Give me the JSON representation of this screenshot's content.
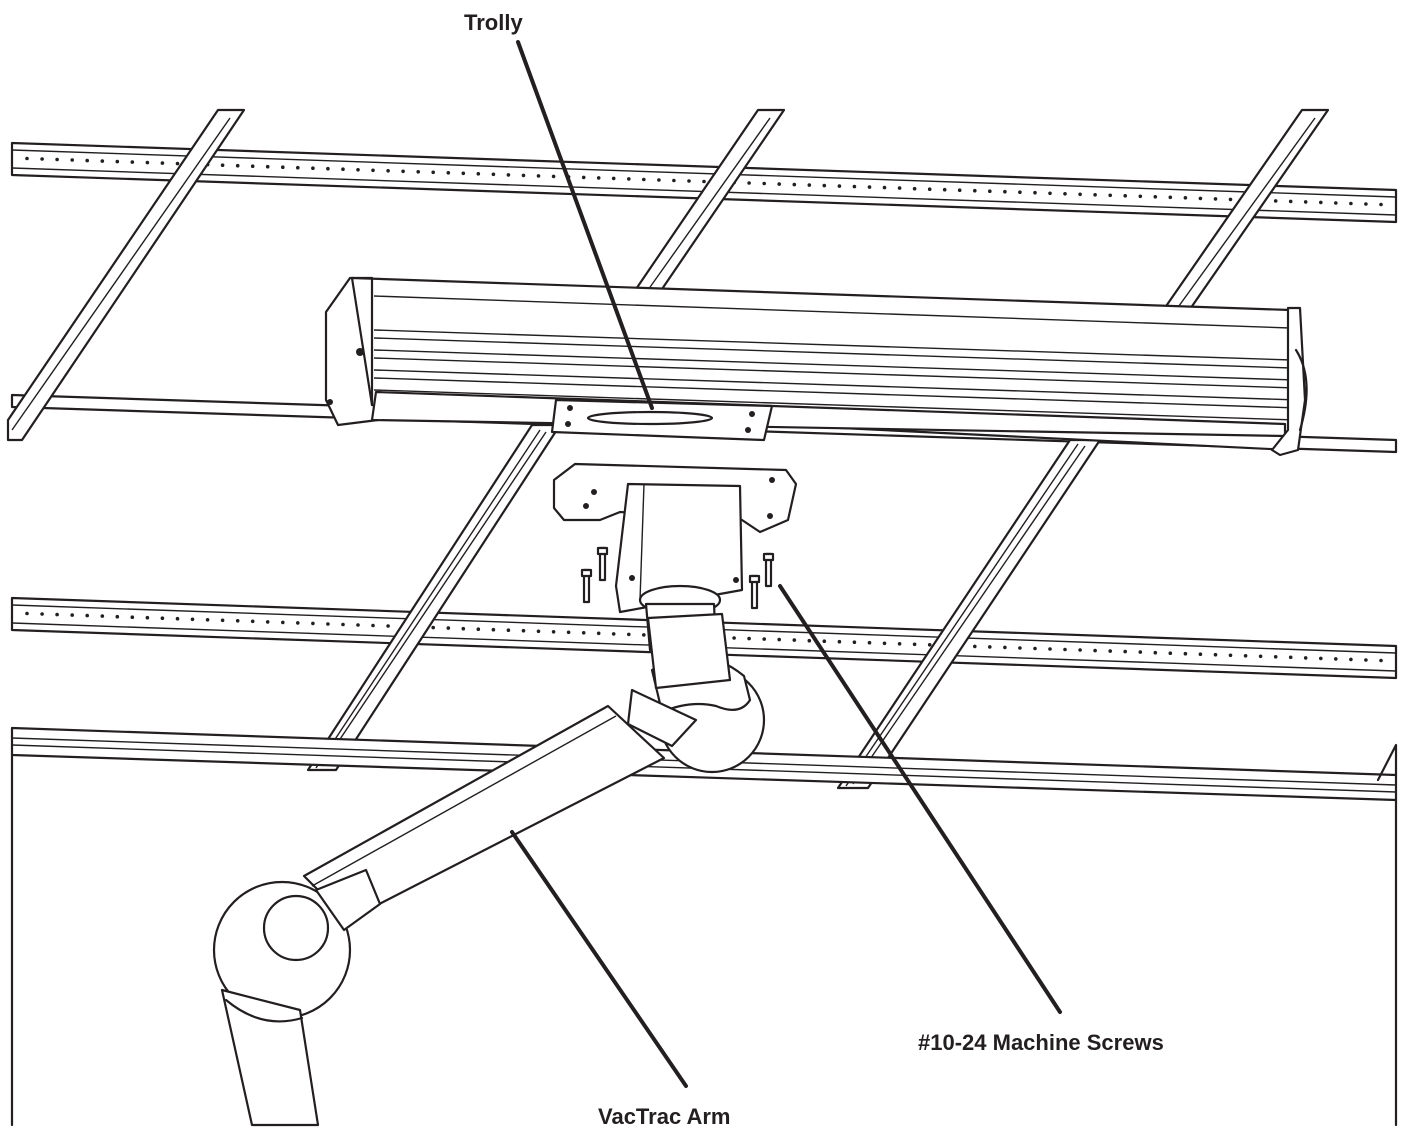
{
  "labels": {
    "trolly": "Trolly",
    "screws": "#10-24 Machine Screws",
    "arm": "VacTrac Arm"
  },
  "colors": {
    "line": "#231f20",
    "background": "#ffffff"
  }
}
